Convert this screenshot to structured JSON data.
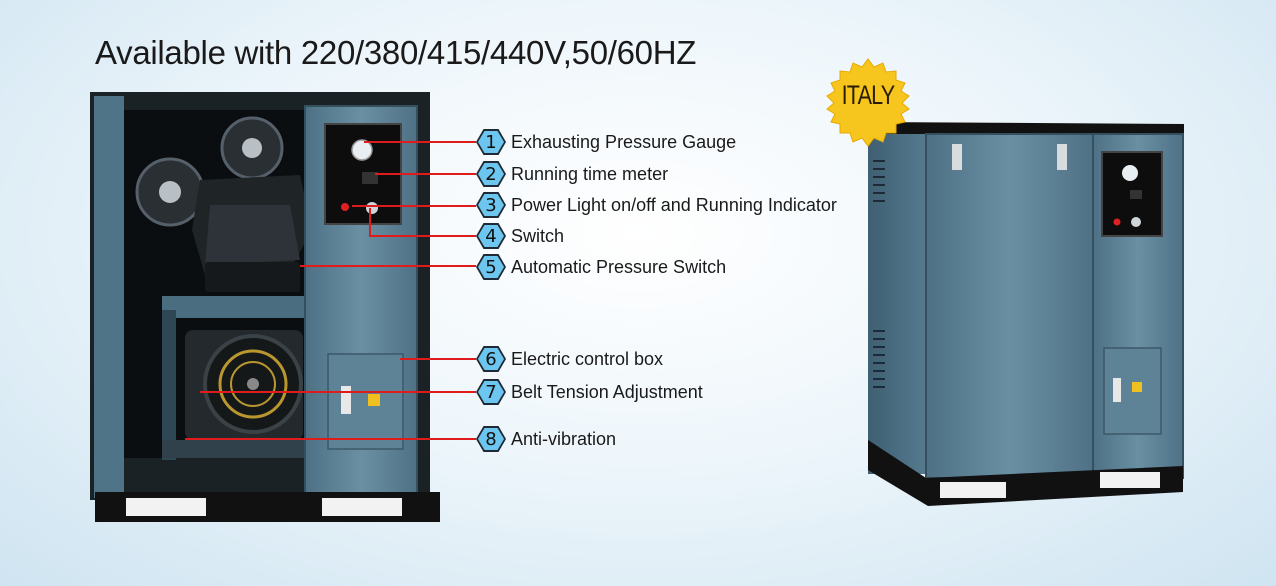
{
  "headline": "Available with 220/380/415/440V,50/60HZ",
  "badge": {
    "text": "ITALY",
    "color": "#f7c61e"
  },
  "colors": {
    "cabinet": "#5b7f93",
    "cabinet_dark": "#3f5f72",
    "base": "#111111",
    "leader_line": "#e01b1b",
    "callout_fill": "#6cc6ef"
  },
  "callouts": [
    {
      "number": "1",
      "label": "Exhausting Pressure Gauge"
    },
    {
      "number": "2",
      "label": "Running time meter"
    },
    {
      "number": "3",
      "label": "Power Light on/off and Running Indicator"
    },
    {
      "number": "4",
      "label": "Switch"
    },
    {
      "number": "5",
      "label": "Automatic Pressure Switch"
    },
    {
      "number": "6",
      "label": "Electric control box"
    },
    {
      "number": "7",
      "label": "Belt Tension Adjustment"
    },
    {
      "number": "8",
      "label": "Anti-vibration"
    }
  ]
}
